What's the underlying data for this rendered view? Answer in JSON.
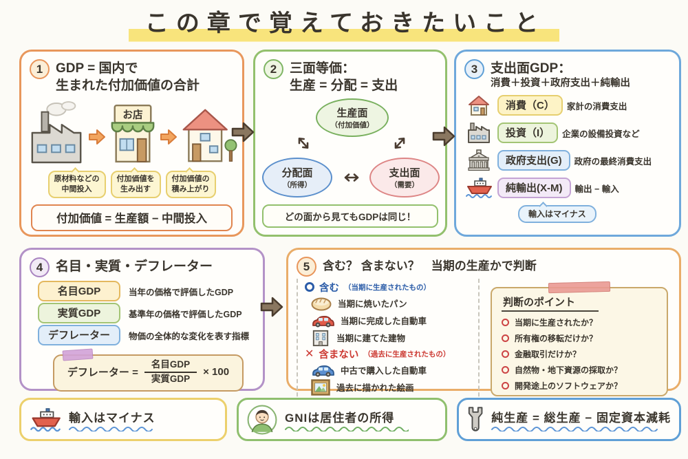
{
  "page": {
    "title": "この章で覚えておきたいこと"
  },
  "panels": {
    "p1": {
      "number": "1",
      "title1": "GDP = 国内で",
      "title2": "生まれた付加価値の合計",
      "shop_sign": "お店",
      "bubbles": [
        {
          "line1": "原材料などの",
          "line2": "中間投入"
        },
        {
          "line1": "付加価値を",
          "line2": "生み出す"
        },
        {
          "line1": "付加価値の",
          "line2": "積み上がり"
        }
      ],
      "formula": "付加価値 = 生産額 − 中間投入"
    },
    "p2": {
      "number": "2",
      "title1": "三面等価：",
      "title2": "生産 = 分配 = 支出",
      "node_top": {
        "label": "生産面",
        "sub": "（付加価値）"
      },
      "node_left": {
        "label": "分配面",
        "sub": "（所得）"
      },
      "node_right": {
        "label": "支出面",
        "sub": "（需要）"
      },
      "note": "どの面から見てもGDPは同じ！"
    },
    "p3": {
      "number": "3",
      "title1": "支出面GDP：",
      "title2": "消費＋投資＋政府支出＋純輸出",
      "rows": [
        {
          "icon": "house-icon",
          "label": "消費（C）",
          "desc": "家計の消費支出"
        },
        {
          "icon": "factory-icon",
          "label": "投資（I）",
          "desc": "企業の設備投資など"
        },
        {
          "icon": "government-building-icon",
          "label": "政府支出(G)",
          "desc": "政府の最終消費支出"
        },
        {
          "icon": "ship-icon",
          "label": "純輸出(X-M)",
          "desc": "輸出 − 輸入"
        }
      ],
      "bubble": "輸入はマイナス"
    },
    "p4": {
      "number": "4",
      "title": "名目・実質・デフレーター",
      "rows": [
        {
          "label": "名目GDP",
          "desc": "当年の価格で評価したGDP"
        },
        {
          "label": "実質GDP",
          "desc": "基準年の価格で評価したGDP"
        },
        {
          "label": "デフレーター",
          "desc": "物価の全体的な変化を表す指標"
        }
      ],
      "formula": {
        "lhs": "デフレーター =",
        "numerator": "名目GDP",
        "denominator": "実質GDP",
        "rhs": "× 100"
      }
    },
    "p5": {
      "number": "5",
      "title": "含む？ 含まない？　当期の生産かで判断",
      "include": {
        "heading": "含む",
        "note": "（当期に生産されたもの）",
        "items": [
          {
            "icon": "bread-icon",
            "text": "当期に焼いたパン"
          },
          {
            "icon": "red-car-icon",
            "text": "当期に完成した自動車"
          },
          {
            "icon": "building-icon",
            "text": "当期に建てた建物"
          }
        ]
      },
      "exclude": {
        "mark": "✕",
        "heading": "含まない",
        "note": "（過去に生産されたもの）",
        "items": [
          {
            "icon": "blue-car-icon",
            "text": "中古で購入した自動車"
          },
          {
            "icon": "painting-icon",
            "text": "過去に描かれた絵画"
          }
        ]
      },
      "points": {
        "title": "判断のポイント",
        "items": [
          "当期に生産されたか？",
          "所有権の移転だけか？",
          "金融取引だけか？",
          "自然物・地下資源の採取か？",
          "開発途上のソフトウェアか？"
        ]
      }
    }
  },
  "footnotes": [
    {
      "icon": "ship-icon",
      "text": "輸入はマイナス"
    },
    {
      "icon": "person-icon",
      "text": "GNIは居住者の所得"
    },
    {
      "icon": "wrench-icon",
      "text": "純生産 = 総生産 − 固定資本減耗"
    }
  ],
  "colors": {
    "highlight": "#f8e47c",
    "panel1_border": "#e8975c",
    "panel2_border": "#93c06d",
    "panel3_border": "#6ea8db",
    "panel4_border": "#b392c7",
    "panel5_border": "#e9ad69",
    "footnote1_border": "#ecd06c",
    "footnote2_border": "#8fbf6e",
    "footnote3_border": "#5f9fd6",
    "block_arrow": "#8a7760",
    "include_accent": "#2b5ca8",
    "exclude_accent": "#cc3a33"
  }
}
